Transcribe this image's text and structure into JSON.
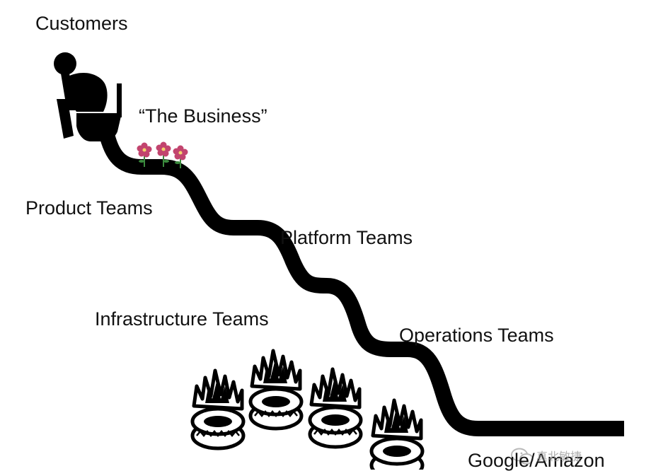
{
  "labels": {
    "customers": "Customers",
    "business": "“The Business”",
    "product_teams": "Product Teams",
    "platform_teams": "Platform Teams",
    "infrastructure_teams": "Infrastructure Teams",
    "operations_teams": "Operations Teams",
    "bottom": "Google/Amazon"
  },
  "watermark": "真北敏捷",
  "icons": {
    "figure": "person-sitting-on-toilet-icon",
    "flowers": "flower-icon",
    "tires": "burning-tire-icon",
    "watermark": "wechat-logo-icon"
  },
  "colors": {
    "background": "#ffffff",
    "ink": "#000000",
    "flower": "#c2446e",
    "stem": "#3b8a3e"
  }
}
